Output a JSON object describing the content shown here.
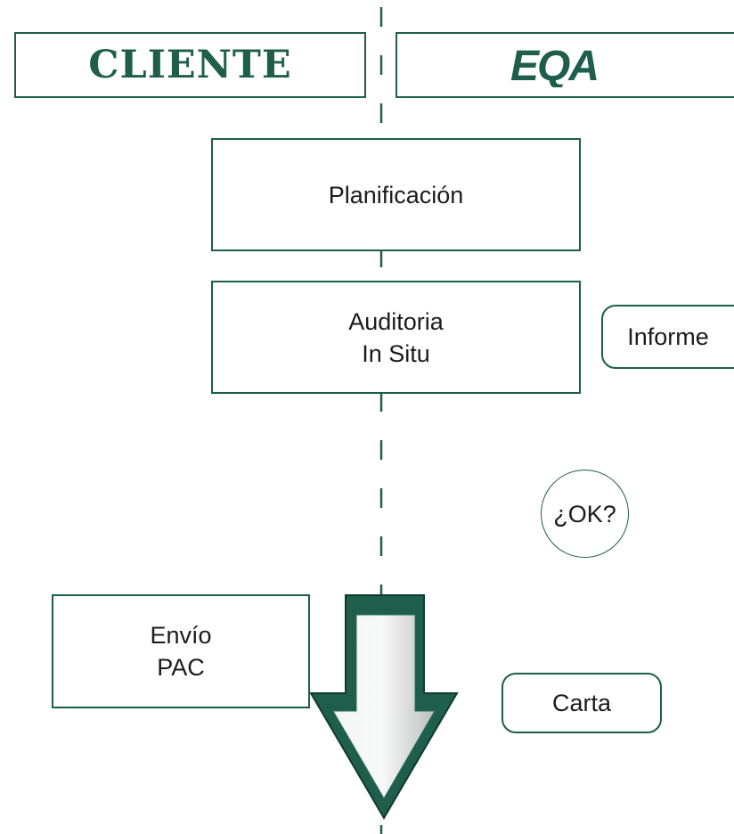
{
  "header": {
    "left_title": "CLIENTE",
    "right_logo_text": "EQA"
  },
  "steps": {
    "planificacion": "Planificación",
    "auditoria": "Auditoria\nIn Situ",
    "informe": "Informe",
    "ok_check": "¿OK?",
    "envio_pac": "Envío\nPAC",
    "carta": "Carta"
  },
  "colors": {
    "brand_green": "#1e5e4a",
    "arrow_fill": "#d9dddc"
  }
}
